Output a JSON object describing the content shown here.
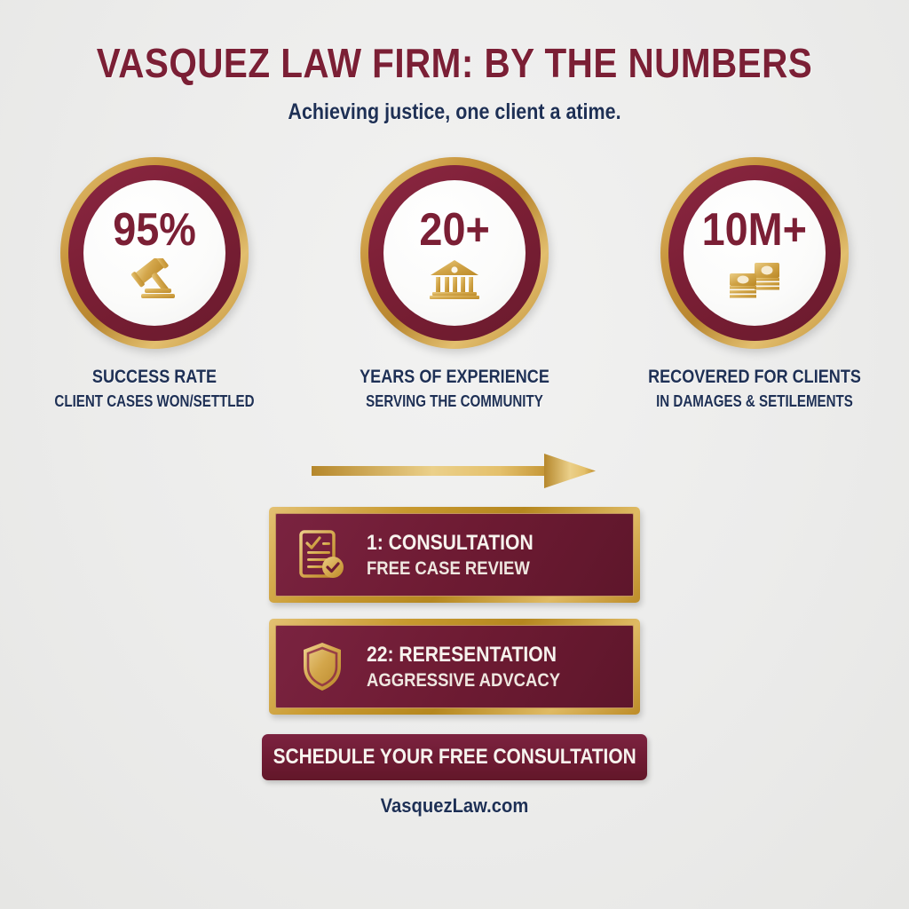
{
  "header": {
    "title": "VASQUEZ LAW FIRM: BY THE NUMBERS",
    "subtitle": "Achieving justice, one client a atime."
  },
  "colors": {
    "maroon": "#7B1F35",
    "gold": "#C9973F",
    "navy": "#1E3055",
    "background": "#ECECEB",
    "bar_fill": "#6E1B33",
    "text_light": "#F7F3EE"
  },
  "stats": [
    {
      "number": "95%",
      "icon": "gavel-icon",
      "label": "SUCCESS RATE",
      "sublabel": "CLIENT CASES WON/SETTLED"
    },
    {
      "number": "20+",
      "icon": "courthouse-icon",
      "label": "YEARS OF EXPERIENCE",
      "sublabel": "SERVING THE COMMUNITY"
    },
    {
      "number": "10M+",
      "icon": "money-stack-icon",
      "label": "RECOVERED FOR CLIENTS",
      "sublabel": "IN DAMAGES & SETILEMENTS"
    }
  ],
  "arrow": {
    "icon": "right-arrow-icon",
    "direction": "right"
  },
  "process": [
    {
      "icon": "checklist-check-icon",
      "title": "1: CONSULTATION",
      "subtitle": "FREE CASE REVIEW"
    },
    {
      "icon": "shield-icon",
      "title": "22: RERESENTATION",
      "subtitle": "AGGRESSIVE ADVCACY"
    }
  ],
  "cta": {
    "label": "SCHEDULE YOUR FREE CONSULTATION"
  },
  "footer": {
    "website": "VasquezLaw.com"
  }
}
